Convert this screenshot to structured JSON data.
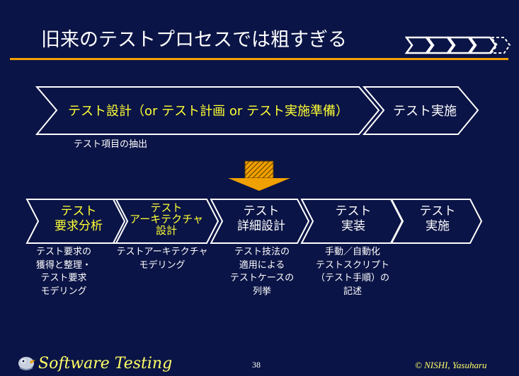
{
  "title": "旧来のテストプロセスでは粗すぎる",
  "top_flow": {
    "design_label": "テスト設計（or テスト計画 or テスト実施準備）",
    "exec_label": "テスト実施",
    "note": "テスト項目の抽出"
  },
  "steps": [
    {
      "line1": "テスト",
      "line2": "要求分析",
      "line3": "",
      "color": "#ffff33",
      "desc": [
        "テスト要求の",
        "獲得と整理・",
        "テスト要求",
        "モデリング"
      ]
    },
    {
      "line1": "テスト",
      "line2": "アーキテクチャ",
      "line3": "設計",
      "color": "#ffff33",
      "desc": [
        "テストアーキテクチャ",
        "モデリング"
      ]
    },
    {
      "line1": "テスト",
      "line2": "詳細設計",
      "line3": "",
      "color": "#ffffff",
      "desc": [
        "テスト技法の",
        "適用による",
        "テストケースの",
        "列挙"
      ]
    },
    {
      "line1": "テスト",
      "line2": "実装",
      "line3": "",
      "color": "#ffffff",
      "desc": [
        "手動／自動化",
        "テストスクリプト",
        "（テスト手順）の",
        "記述"
      ]
    },
    {
      "line1": "テスト",
      "line2": "実施",
      "line3": "",
      "color": "#ffffff",
      "desc": []
    }
  ],
  "footer": {
    "brand": "Software Testing",
    "page": "38",
    "copyright": "© NISHI, Yasuharu"
  },
  "colors": {
    "background": "#0b1446",
    "accent_rule": "#f0a000",
    "highlight_text": "#ffff33",
    "arrow_fill": "#f0a000"
  },
  "icons": [
    "chevron-progress-icon",
    "down-arrow-icon",
    "bird-logo-icon"
  ]
}
